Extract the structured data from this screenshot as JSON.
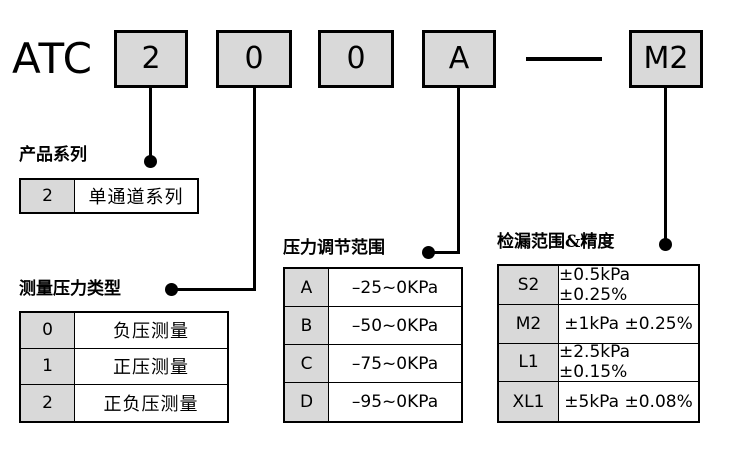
{
  "model": {
    "brand": "ATC",
    "segments": [
      {
        "value": "2"
      },
      {
        "value": "0"
      },
      {
        "value": "0"
      },
      {
        "value": "A"
      },
      {
        "value": "M2"
      }
    ],
    "separator": "—"
  },
  "groups": [
    {
      "caption": "产品系列",
      "rows": [
        {
          "key": "2",
          "value": "单通道系列"
        }
      ]
    },
    {
      "caption": "测量压力类型",
      "rows": [
        {
          "key": "0",
          "value": "负压测量"
        },
        {
          "key": "1",
          "value": "正压测量"
        },
        {
          "key": "2",
          "value": "正负压测量"
        }
      ]
    },
    {
      "caption": "压力调节范围",
      "rows": [
        {
          "key": "A",
          "value": "–25~0KPa"
        },
        {
          "key": "B",
          "value": "–50~0KPa"
        },
        {
          "key": "C",
          "value": "–75~0KPa"
        },
        {
          "key": "D",
          "value": "–95~0KPa"
        }
      ]
    },
    {
      "caption": "检漏范围&精度",
      "rows": [
        {
          "key": "S2",
          "value": "±0.5kPa ±0.25%"
        },
        {
          "key": "M2",
          "value": "±1kPa ±0.25%"
        },
        {
          "key": "L1",
          "value": "±2.5kPa ±0.15%"
        },
        {
          "key": "XL1",
          "value": "±5kPa ±0.08%"
        }
      ]
    }
  ],
  "colors": {
    "box_fill": "#d9d9d9",
    "line": "#000000",
    "background": "#ffffff"
  }
}
